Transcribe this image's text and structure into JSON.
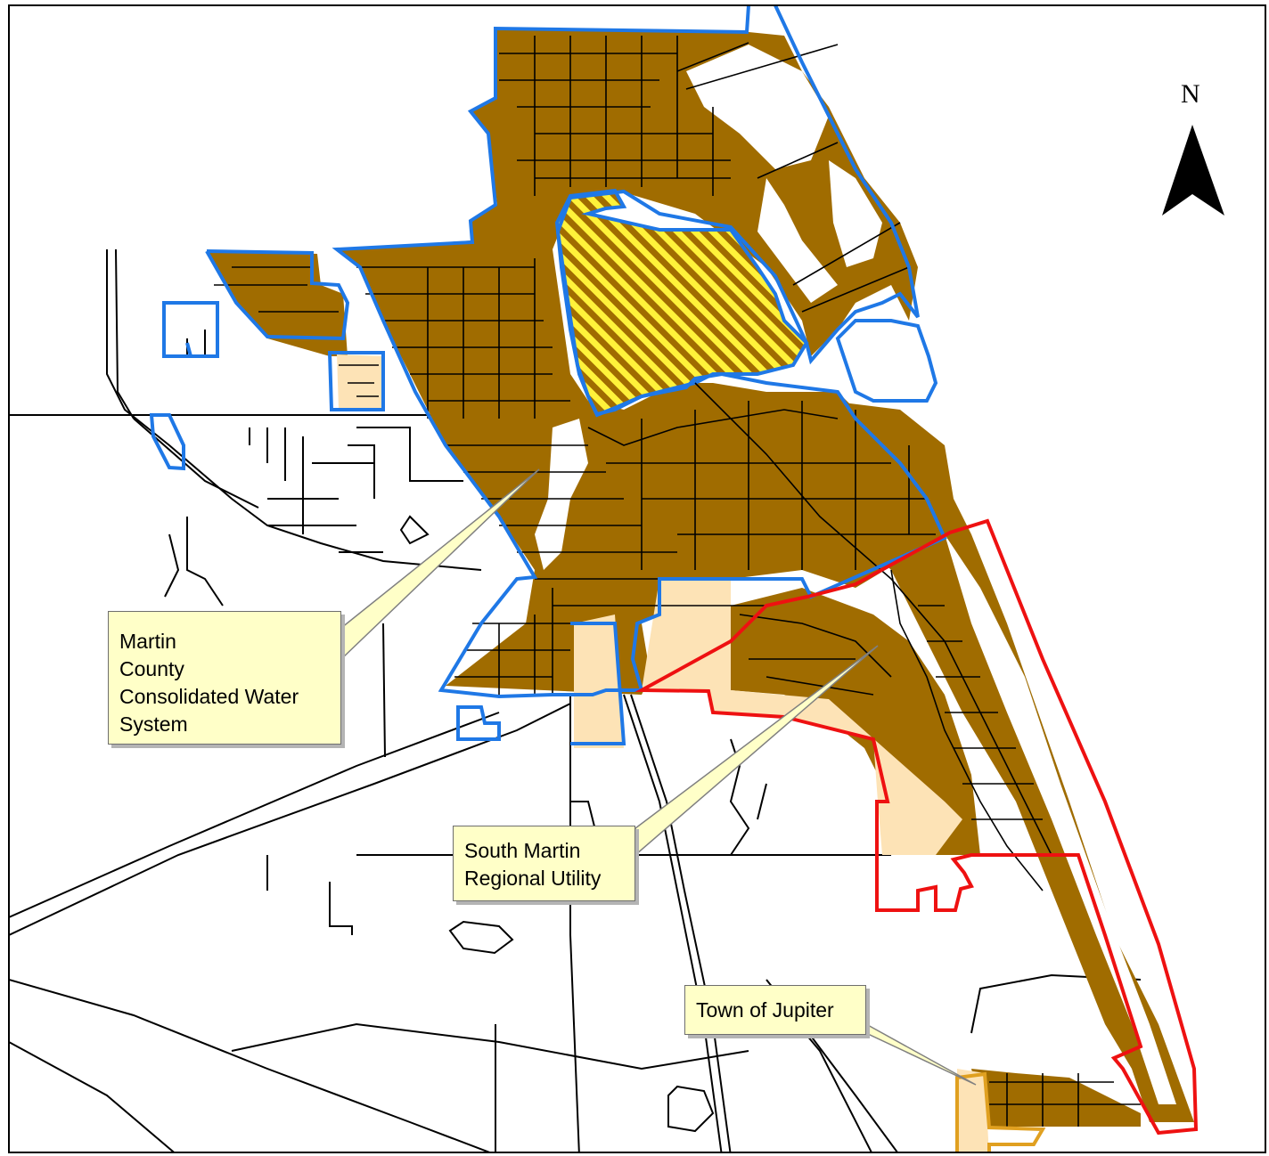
{
  "map": {
    "north_label": "N",
    "callouts": {
      "martin_county": {
        "lines": [
          "Martin",
          "County",
          "Consolidated Water",
          "System"
        ]
      },
      "south_martin": {
        "lines": [
          "South Martin",
          "Regional Utility"
        ]
      },
      "jupiter": {
        "lines": [
          "Town of Jupiter"
        ]
      }
    },
    "colors": {
      "served_area": "#a06c00",
      "future_area": "#fde3b6",
      "martin_boundary": "#1f78e6",
      "smru_boundary": "#ee1111",
      "jupiter_boundary": "#e0a020",
      "hatch_fill": "#fff23a",
      "road": "#000000",
      "callout_fill": "#ffffc8"
    }
  }
}
